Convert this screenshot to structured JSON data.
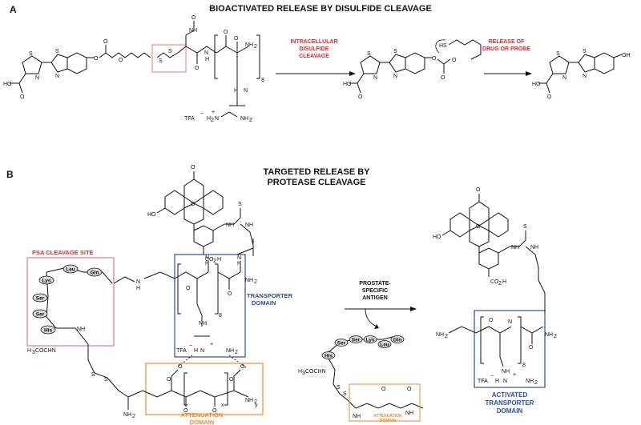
{
  "panel_a": {
    "letter": "A",
    "title": "BIOACTIVATED RELEASE BY DISULFIDE CLEAVAGE",
    "arrow1_label": [
      "INTRACELLULAR",
      "DISULFIDE",
      "CLEAVAGE"
    ],
    "arrow2_label": [
      "RELEASE OF",
      "DRUG OR PROBE"
    ],
    "atoms": {
      "ho2c": "HO",
      "o": "O",
      "s": "S",
      "n": "N",
      "oh": "OH",
      "sh": "HS",
      "nh": "NH",
      "h": "H",
      "nh2": "NH",
      "sub2": "2",
      "sub8": "8",
      "tfa": "TFA",
      "minus": "−",
      "plus": "+"
    }
  },
  "panel_b": {
    "letter": "B",
    "title": [
      "TARGETED RELEASE BY",
      "PROTEASE CLEAVAGE"
    ],
    "psa_site": "PSA CLEAVAGE SITE",
    "transporter": [
      "TRANSPORTER",
      "DOMAIN"
    ],
    "attenuation": [
      "ATTENUATION",
      "DOMAIN"
    ],
    "enzyme": [
      "PROSTATE-",
      "SPECIFIC",
      "ANTIGEN"
    ],
    "activated": [
      "ACTIVATED",
      "TRANSPORTER",
      "DOMAIN"
    ],
    "residues": [
      "Lys",
      "Leu",
      "Gln",
      "Ser",
      "Ser",
      "His"
    ],
    "atoms": {
      "o": "O",
      "oh": "HO",
      "co2h": "CO",
      "sub2": "2",
      "h": "H",
      "nh": "NH",
      "n": "N",
      "s": "S",
      "nh2": "NH",
      "x": "x",
      "y": "y",
      "eight": "8",
      "acetyl": "H",
      "acetyl_rest": "COCHN",
      "sub3": "3",
      "tfa": "TFA",
      "minus": "−",
      "plus": "+"
    }
  },
  "colors": {
    "red": "#e8282b",
    "blue": "#2e4f9e",
    "orange": "#f08a2c",
    "pink_box": "#e07a7f",
    "residue_fill": "#d9d9d9"
  }
}
